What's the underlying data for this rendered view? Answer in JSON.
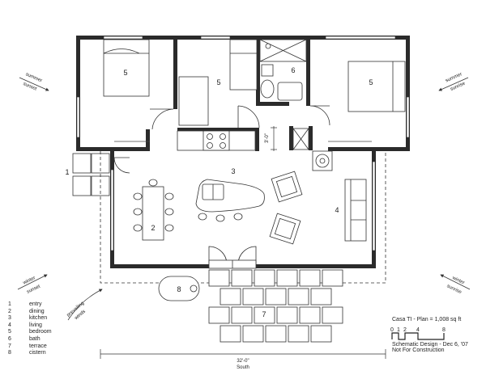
{
  "plan": {
    "title": "Casa Tī  -  Plan = 1,008 sq ft",
    "scale_labels": [
      "0",
      "1",
      "2",
      "4",
      "8"
    ],
    "status": "Schematic Design - Dec 6, '07",
    "disclaimer": "Not For Construction",
    "room_labels": {
      "bedroom_left": "5",
      "bedroom_middle": "5",
      "bath": "6",
      "bedroom_right": "5",
      "kitchen": "3",
      "entry": "1",
      "dining": "2",
      "living": "4",
      "cistern": "8",
      "terrace": "7"
    },
    "dimensions": {
      "overall_width": "32'-0\"",
      "hall_depth": "3'-0\""
    },
    "orientation": {
      "south": "South",
      "summer_sunset": [
        "summer",
        "sunset"
      ],
      "summer_sunrise": [
        "summer",
        "sunrise"
      ],
      "winter_sunset": [
        "winter",
        "sunset"
      ],
      "winter_sunrise": [
        "winter",
        "sunrise"
      ],
      "prevailing_winds": [
        "prevailing",
        "winds"
      ]
    },
    "legend": [
      {
        "num": "1",
        "label": "entry"
      },
      {
        "num": "2",
        "label": "dining"
      },
      {
        "num": "3",
        "label": "kitchen"
      },
      {
        "num": "4",
        "label": "living"
      },
      {
        "num": "5",
        "label": "bedroom"
      },
      {
        "num": "6",
        "label": "bath"
      },
      {
        "num": "7",
        "label": "terrace"
      },
      {
        "num": "8",
        "label": "cistern"
      }
    ],
    "colors": {
      "wall": "#2b2b2b",
      "line": "#333333",
      "paper": "#ffffff"
    }
  }
}
